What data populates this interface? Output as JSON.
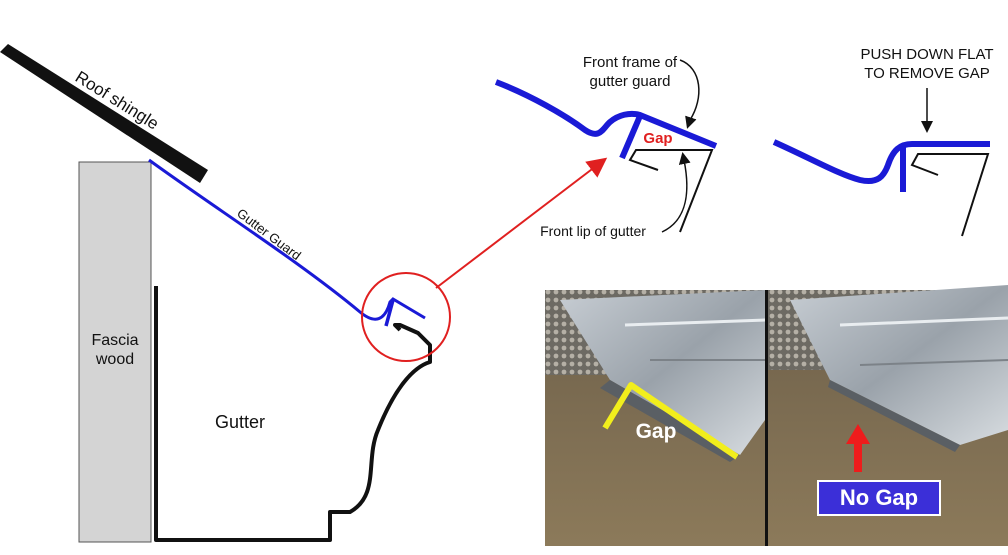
{
  "labels": {
    "roof_shingle": "Roof shingle",
    "fascia_line1": "Fascia",
    "fascia_line2": "wood",
    "gutter": "Gutter",
    "gutter_guard": "Gutter Guard",
    "front_frame_line1": "Front frame of",
    "front_frame_line2": "gutter guard",
    "gap": "Gap",
    "front_lip": "Front lip of gutter",
    "push_down_line1": "PUSH DOWN FLAT",
    "push_down_line2": "TO REMOVE GAP",
    "photo_gap": "Gap",
    "photo_no_gap": "No Gap"
  },
  "colors": {
    "guard_blue": "#1a1ad6",
    "highlight_red": "#e02020",
    "fascia_gray": "#d4d4d4",
    "photo_yellow": "#f2ee1c",
    "badge_blue": "#3b2fd8",
    "arrow_red": "#ee1c1c"
  }
}
